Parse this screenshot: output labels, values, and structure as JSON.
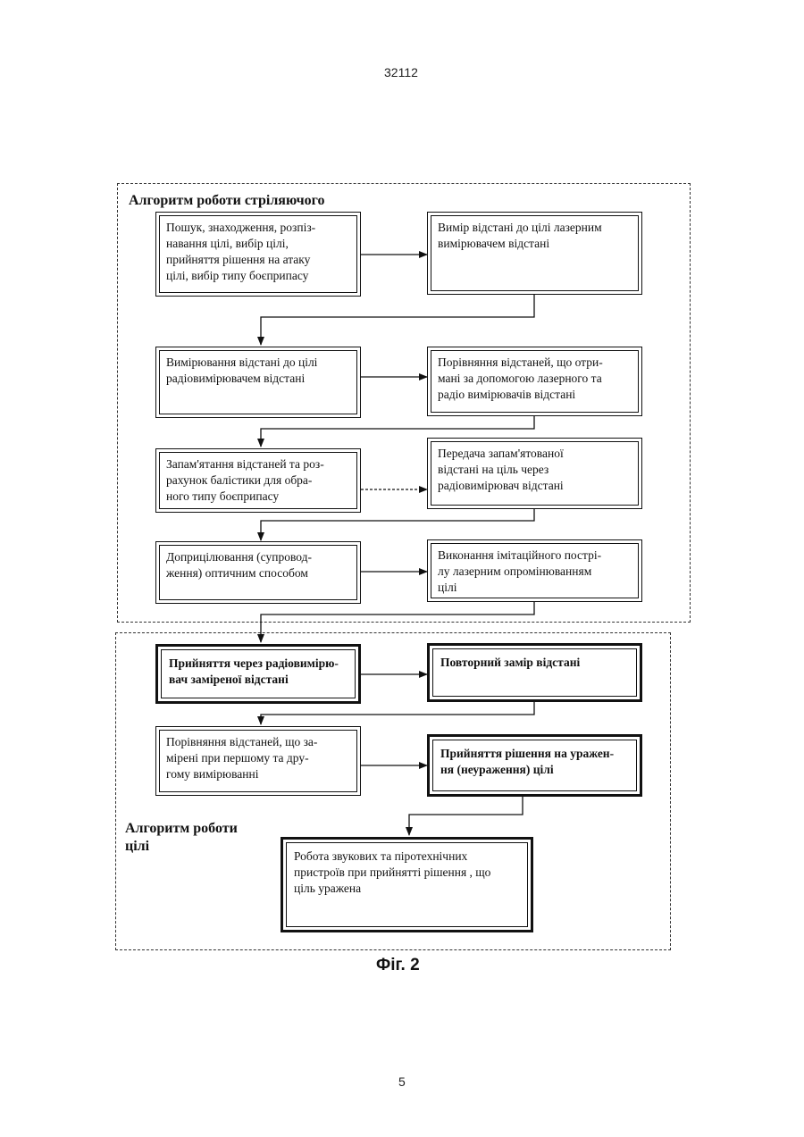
{
  "header": {
    "document_number": "32112"
  },
  "footer": {
    "page_number": "5"
  },
  "figure_caption": "Фіг. 2",
  "groups": {
    "shooter": {
      "title": "Алгоритм роботи стріляючого"
    },
    "target": {
      "title": "Алгоритм роботи цілі"
    }
  },
  "steps": [
    {
      "text": "Пошук, знаходження, розпіз-\nнавання цілі,  вибір цілі,\nприйняття рішення на атаку\nцілі, вибір типу боєприпасу"
    },
    {
      "text": "Вимір відстані до цілі лазерним\nвимірювачем відстані"
    },
    {
      "text": "Вимірювання відстані до цілі\nрадіовимірювачем відстані"
    },
    {
      "text": "Порівняння відстаней, що отри-\nмані за допомогою лазерного та\nрадіо вимірювачів відстані"
    },
    {
      "text": "Запам'ятання відстаней та роз-\nрахунок балістики для обра-\nного типу боєприпасу"
    },
    {
      "text": "Передача запам'ятованої\nвідстані на ціль через\nрадіовимірювач відстані"
    },
    {
      "text": "Доприцілювання (супровод-\nження) оптичним способом"
    },
    {
      "text": "Виконання імітаційного пострі-\nлу лазерним опромінюванням\nцілі"
    },
    {
      "text": "Прийняття через радіовимірю-\nвач заміреної відстані"
    },
    {
      "text": "Повторний замір відстані"
    },
    {
      "text": "Порівняння відстаней, що за-\nмірені при першому та дру-\nгому  вимірюванні"
    },
    {
      "text": "Прийняття рішення на уражен-\nня (неураження) цілі"
    },
    {
      "text": "Робота звукових та піротехнічних\nпристроїв при прийнятті рішення , що\nціль уражена"
    }
  ]
}
